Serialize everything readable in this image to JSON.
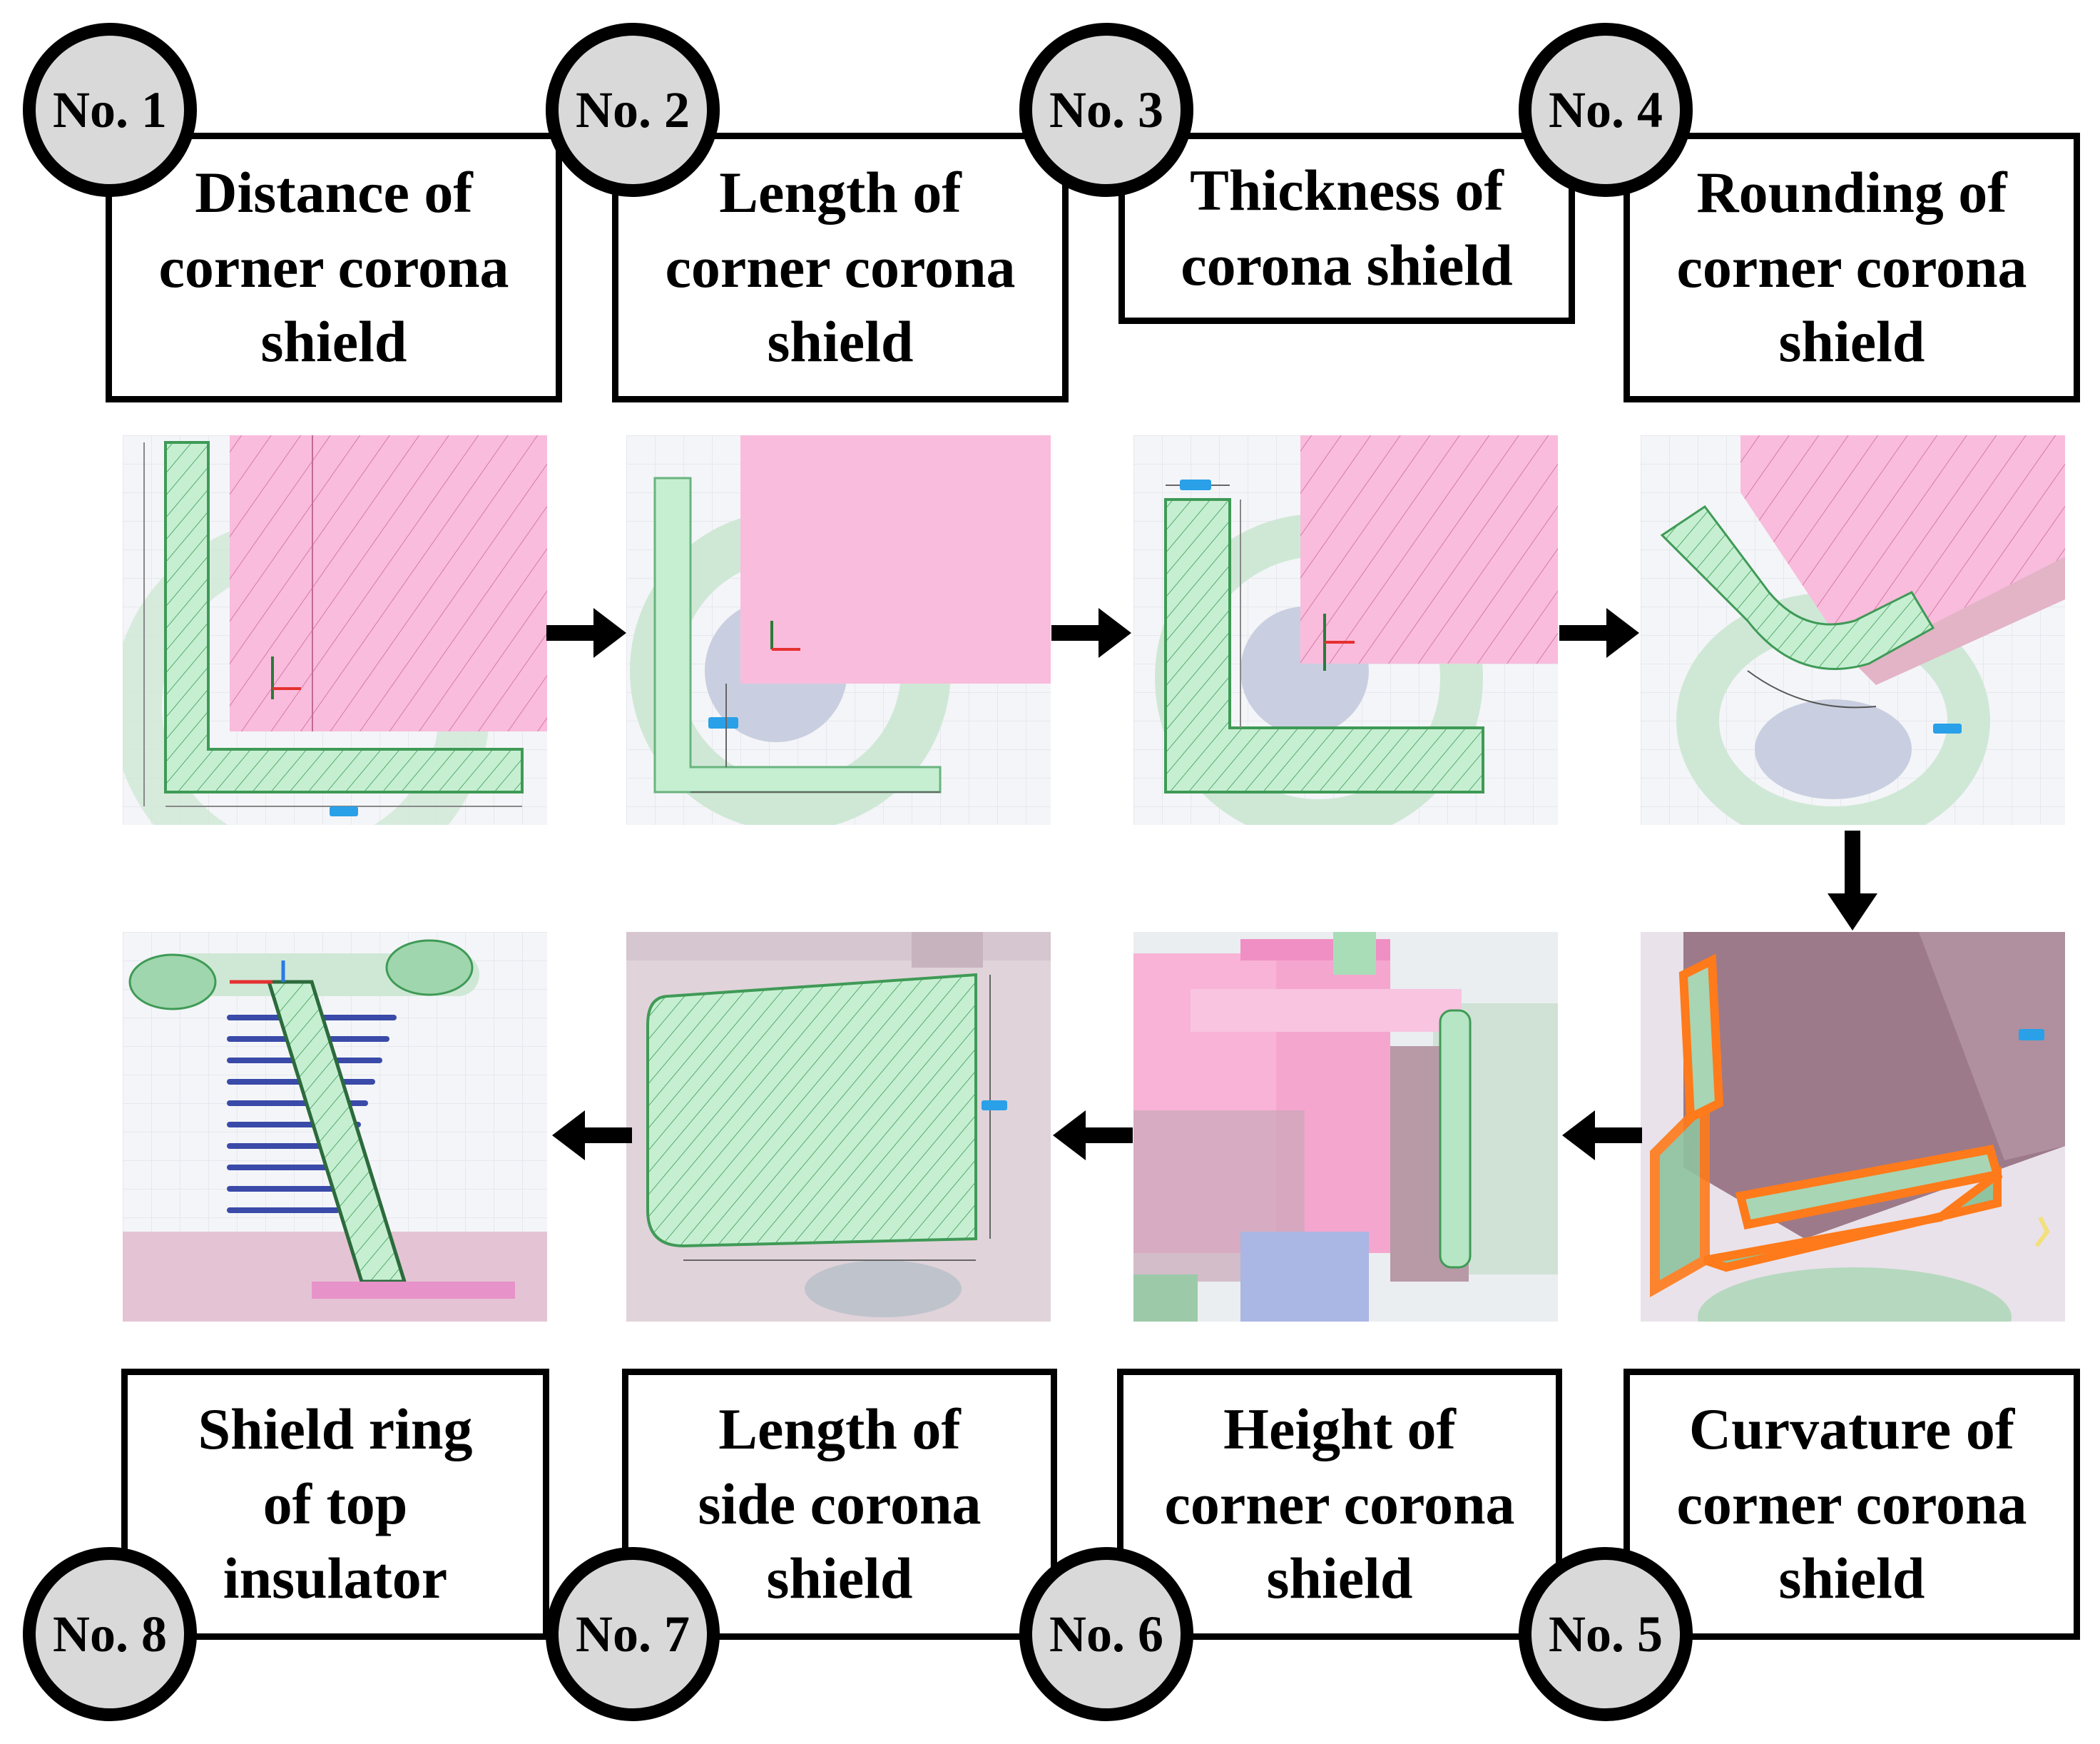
{
  "steps": [
    {
      "num": "No. 1",
      "label": "Distance of\ncorner corona\nshield"
    },
    {
      "num": "No. 2",
      "label": "Length of\ncorner corona\nshield"
    },
    {
      "num": "No. 3",
      "label": "Thickness of\ncorona shield"
    },
    {
      "num": "No. 4",
      "label": "Rounding of\ncorner corona\nshield"
    },
    {
      "num": "No. 5",
      "label": "Curvature of\ncorner corona\nshield"
    },
    {
      "num": "No. 6",
      "label": "Height of\ncorner corona\nshield"
    },
    {
      "num": "No. 7",
      "label": "Length of\nside corona\nshield"
    },
    {
      "num": "No. 8",
      "label": "Shield ring\nof top\ninsulator"
    }
  ],
  "colors": {
    "pink": "#f7b8d8",
    "green": "#bfeccb",
    "green_edge": "#3f9a56",
    "orange": "#ff7a1a",
    "mauve": "#9c7a8a",
    "dim_blue": "#2aa0e8",
    "navy": "#3a4aa8"
  }
}
